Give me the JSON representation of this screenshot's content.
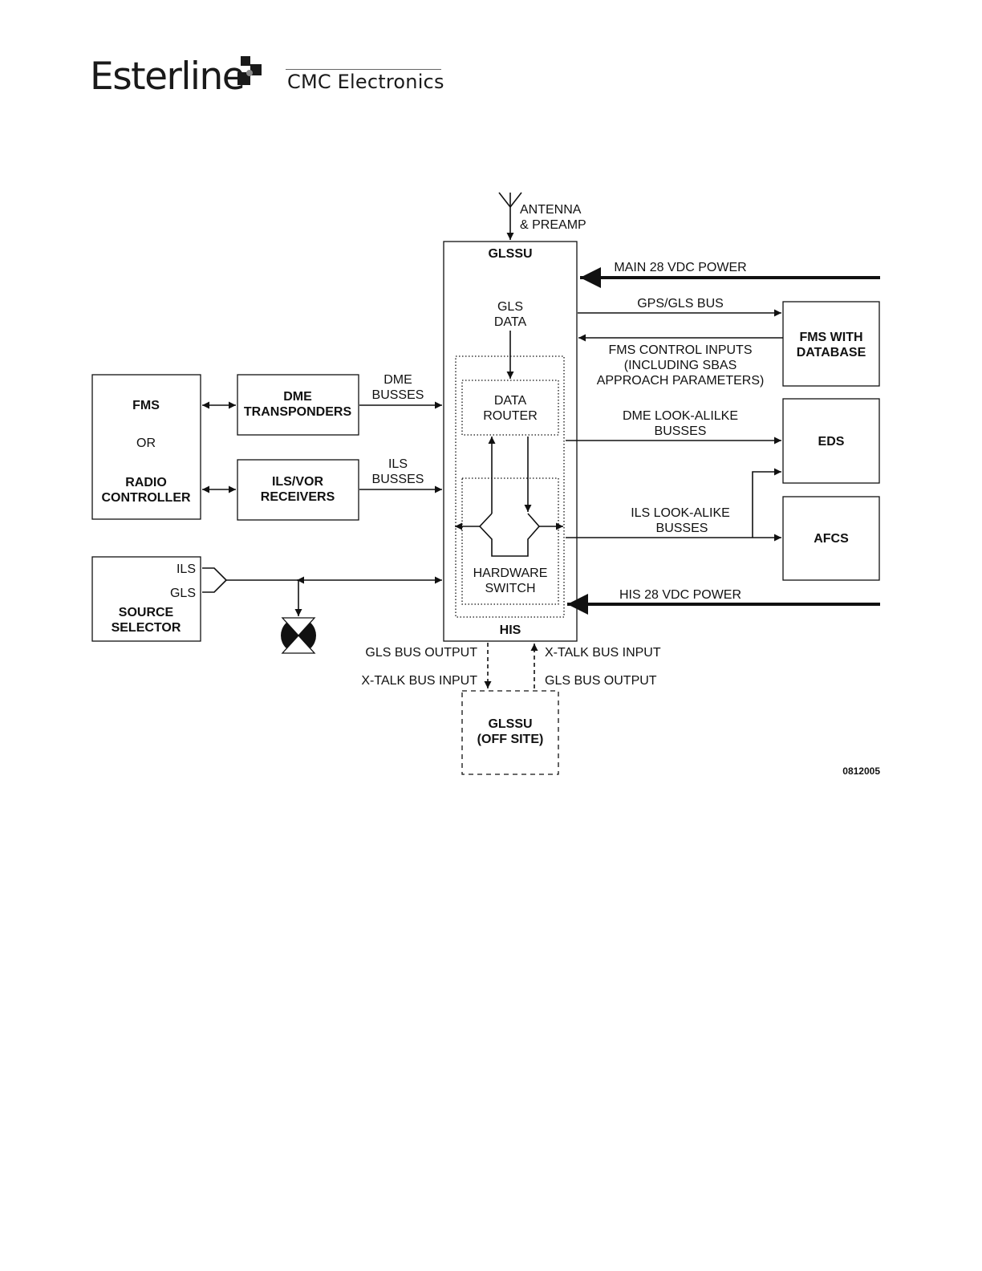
{
  "header": {
    "brand": "Esterline",
    "subbrand": "CMC Electronics"
  },
  "diagram": {
    "antenna": [
      "ANTENNA",
      "& PREAMP"
    ],
    "glssu": "GLSSU",
    "gls_data": [
      "GLS",
      "DATA"
    ],
    "data_router": [
      "DATA",
      "ROUTER"
    ],
    "hardware_switch": [
      "HARDWARE",
      "SWITCH"
    ],
    "his": "HIS",
    "fms_block": [
      "FMS",
      "OR",
      "RADIO",
      "CONTROLLER"
    ],
    "dme_transponders": [
      "DME",
      "TRANSPONDERS"
    ],
    "ils_vor_receivers": [
      "ILS/VOR",
      "RECEIVERS"
    ],
    "dme_busses": [
      "DME",
      "BUSSES"
    ],
    "ils_busses": [
      "ILS",
      "BUSSES"
    ],
    "source_selector": {
      "ils": "ILS",
      "gls": "GLS",
      "label": [
        "SOURCE",
        "SELECTOR"
      ]
    },
    "main_power": "MAIN 28 VDC POWER",
    "gps_gls_bus": "GPS/GLS BUS",
    "fms_database": [
      "FMS WITH",
      "DATABASE"
    ],
    "fms_control_inputs": [
      "FMS CONTROL INPUTS",
      "(INCLUDING SBAS",
      "APPROACH PARAMETERS)"
    ],
    "dme_look_alike": [
      "DME LOOK-ALILKE",
      "BUSSES"
    ],
    "eds": "EDS",
    "ils_look_alike": [
      "ILS LOOK-ALIKE",
      "BUSSES"
    ],
    "afcs": "AFCS",
    "his_power": "HIS 28 VDC POWER",
    "gls_bus_output_left": "GLS BUS OUTPUT",
    "xtalk_bus_input_left": "X-TALK BUS INPUT",
    "xtalk_bus_input_right": "X-TALK BUS INPUT",
    "gls_bus_output_right": "GLS BUS OUTPUT",
    "glssu_offsite": [
      "GLSSU",
      "(OFF SITE)"
    ],
    "figure_number": "0812005"
  },
  "colors": {
    "ink": "#111111",
    "background": "#ffffff"
  }
}
